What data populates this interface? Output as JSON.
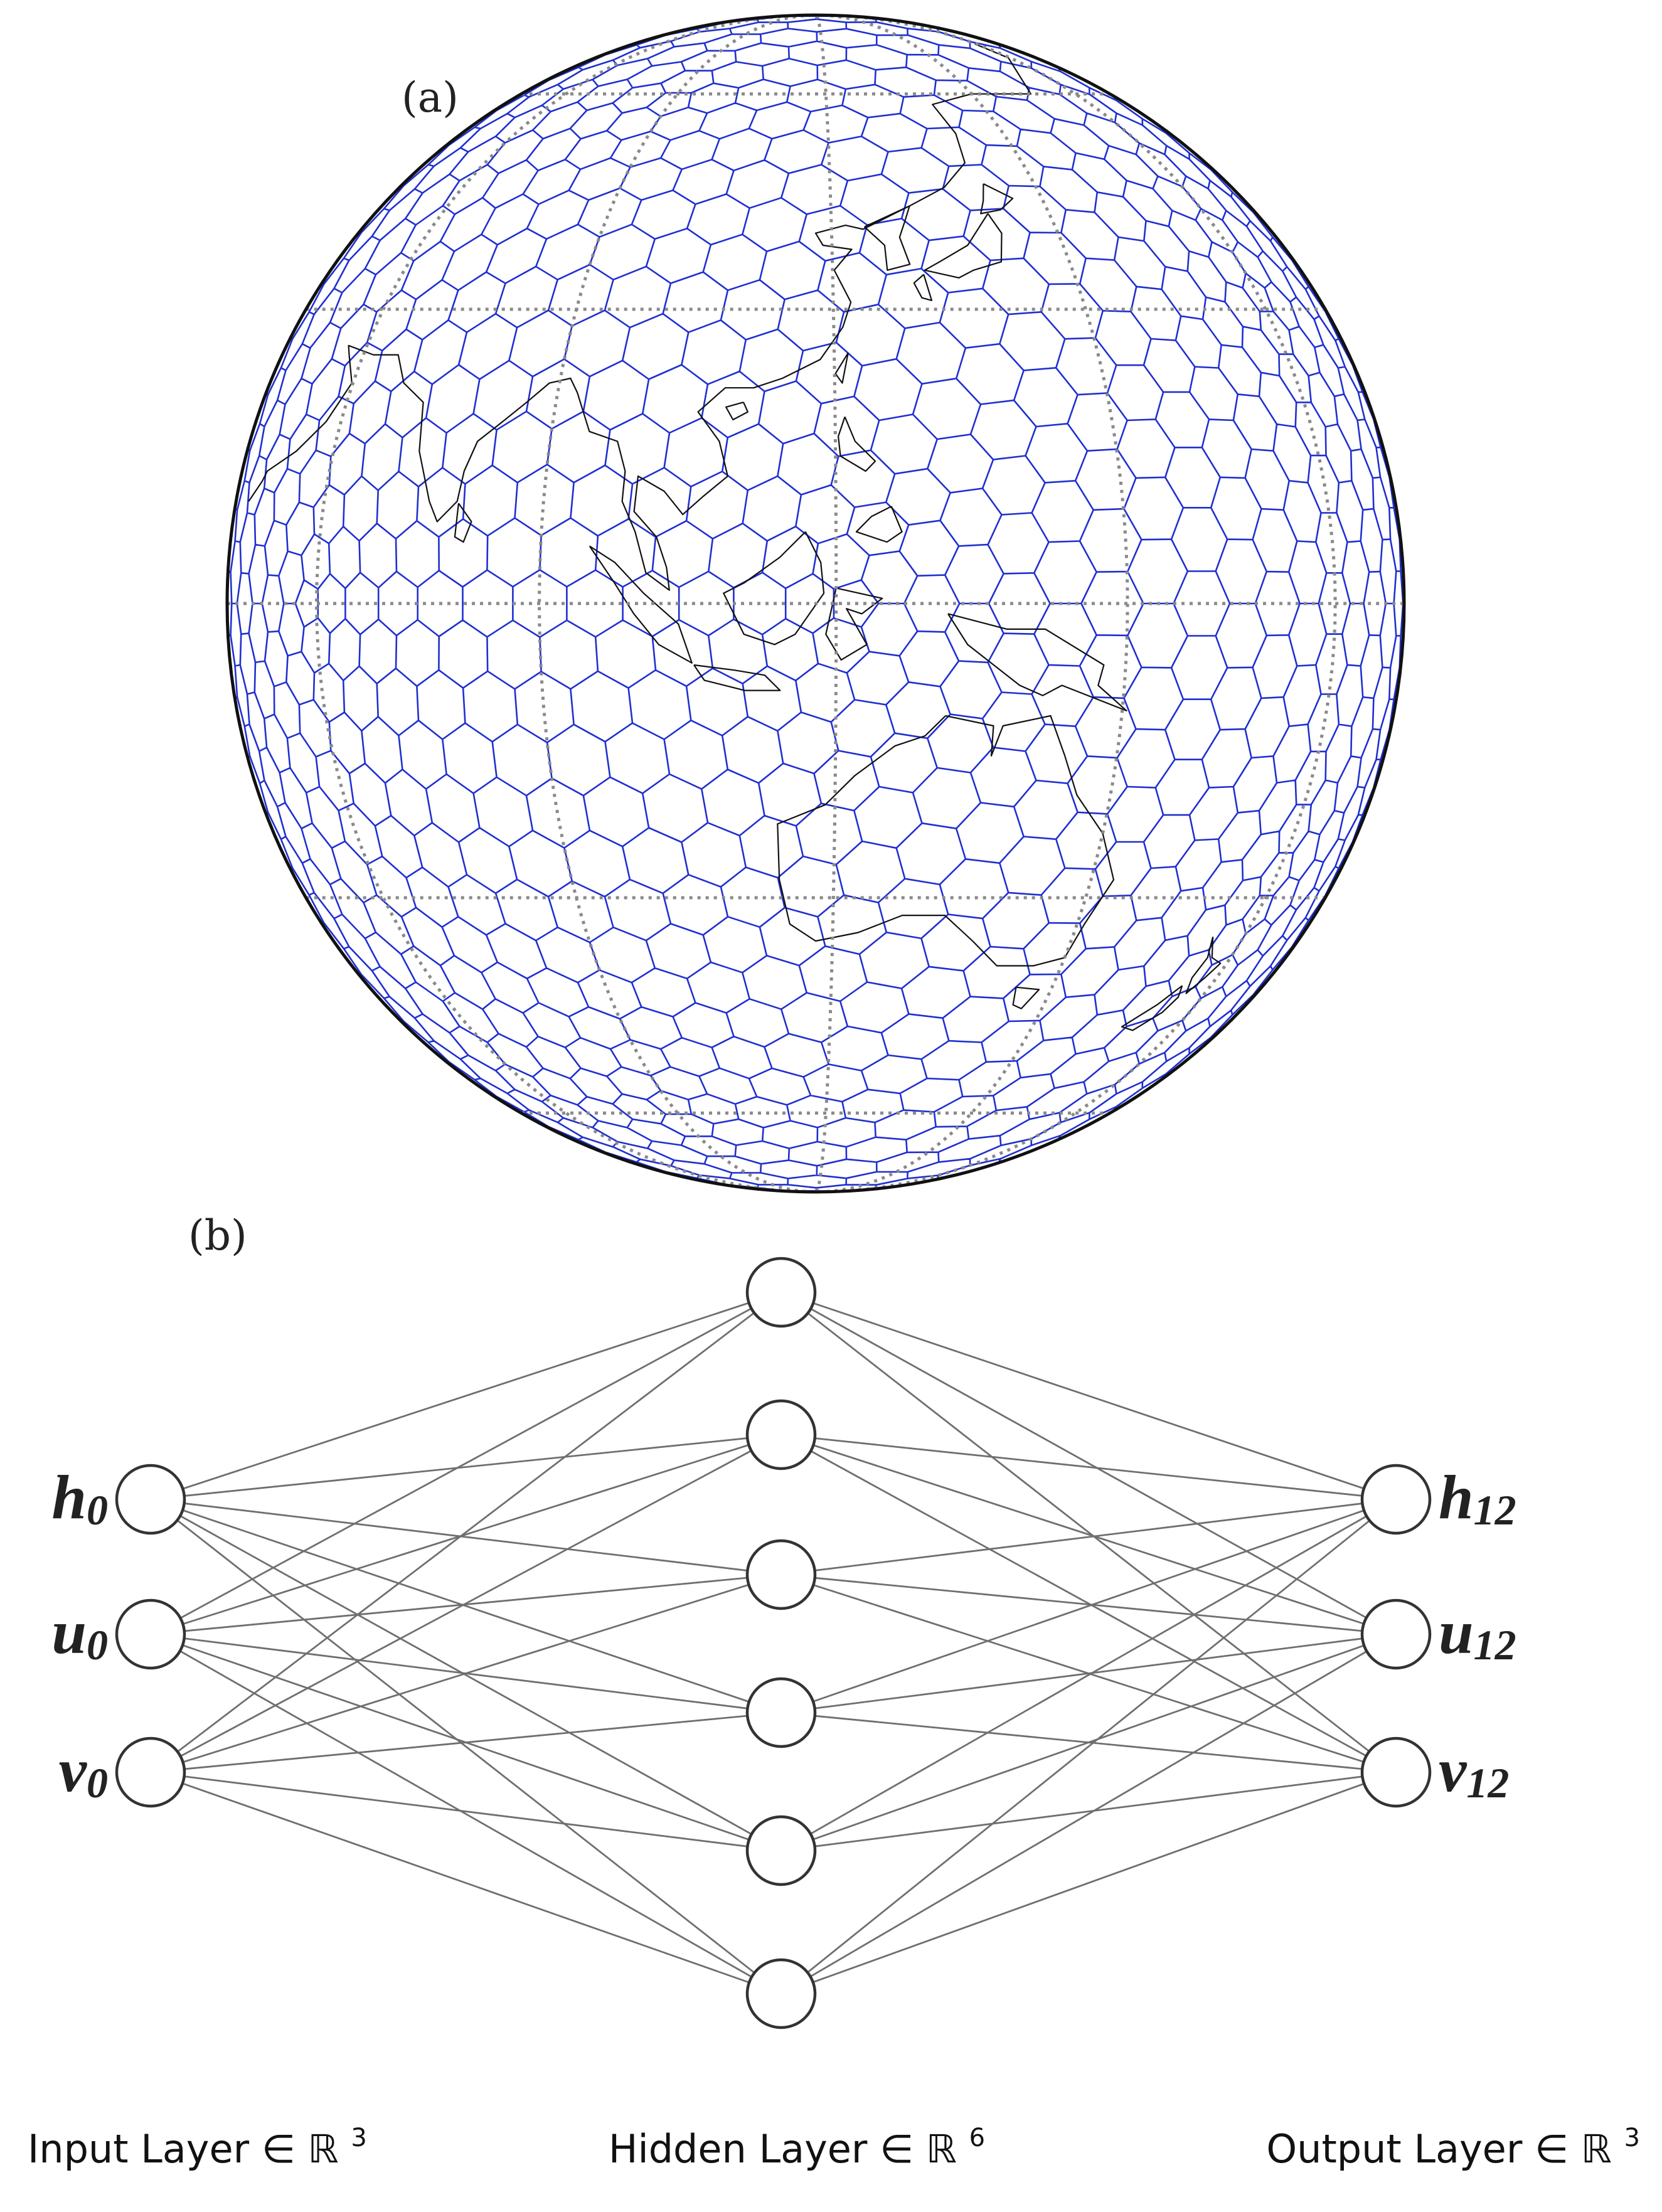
{
  "panel_a": {
    "label": "(a)",
    "colors": {
      "mesh": "#1f2fd0",
      "coast": "#111111",
      "graticule": "#8a8a8a",
      "outline": "#111111"
    }
  },
  "panel_b": {
    "label": "(b)",
    "layers": [
      {
        "name": "input",
        "caption": "Input Layer ∈ ℝ",
        "dim": "3",
        "nodes": [
          {
            "label": "h",
            "sub": "0"
          },
          {
            "label": "u",
            "sub": "0"
          },
          {
            "label": "v",
            "sub": "0"
          }
        ]
      },
      {
        "name": "hidden",
        "caption": "Hidden Layer ∈ ℝ",
        "dim": "6",
        "nodes": [
          {},
          {},
          {},
          {},
          {},
          {}
        ]
      },
      {
        "name": "output",
        "caption": "Output Layer ∈ ℝ",
        "dim": "3",
        "nodes": [
          {
            "label": "h",
            "sub": "12"
          },
          {
            "label": "u",
            "sub": "12"
          },
          {
            "label": "v",
            "sub": "12"
          }
        ]
      }
    ],
    "colors": {
      "edge": "#6f6f6f",
      "node_stroke": "#333333"
    }
  }
}
